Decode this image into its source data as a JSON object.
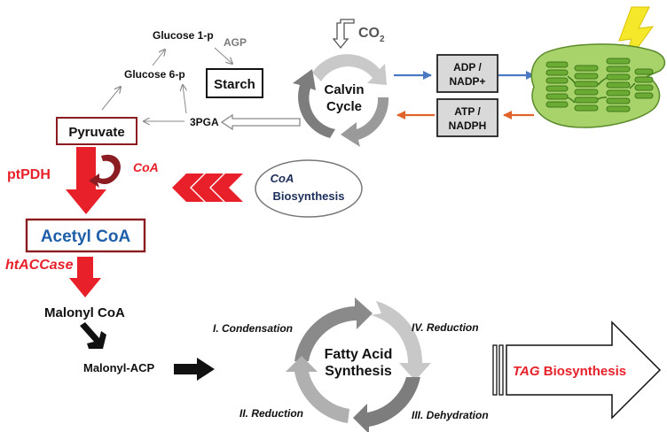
{
  "colors": {
    "red": "#e8202a",
    "dark_red": "#8b1c22",
    "blue_text": "#1f5ea8",
    "navy_text": "#1c2e5a",
    "grey_text": "#7a7a7a",
    "blue_arrow": "#4a78c2",
    "orange_arrow": "#e0632a",
    "chloroplast_green": "#8bc34a"
  },
  "starch_pathway": {
    "glucose_1p": "Glucose 1-p",
    "agp": "AGP",
    "glucose_6p": "Glucose 6-p",
    "starch": "Starch",
    "pga": "3PGA"
  },
  "calvin": {
    "co2": "CO",
    "co2_sub": "2",
    "line1": "Calvin",
    "line2": "Cycle"
  },
  "cofactors": {
    "adp_line1": "ADP /",
    "adp_line2": "NADP+",
    "atp_line1": "ATP /",
    "atp_line2": "NADPH"
  },
  "pyruvate": "Pyruvate",
  "ptpdh": "ptPDH",
  "coa": "CoA",
  "coa_biosynthesis": {
    "line1": "CoA",
    "line2": "Biosynthesis"
  },
  "acetyl_coa": "Acetyl CoA",
  "htaccase": "htACCase",
  "malonyl_coa": "Malonyl CoA",
  "malonyl_acp": "Malonyl-ACP",
  "fatty_acid": {
    "line1": "Fatty Acid",
    "line2": "Synthesis",
    "steps": [
      "I. Condensation",
      "II. Reduction",
      "III. Dehydration",
      "IV. Reduction"
    ]
  },
  "tag": {
    "prefix": "TAG",
    "suffix": " Biosynthesis"
  }
}
